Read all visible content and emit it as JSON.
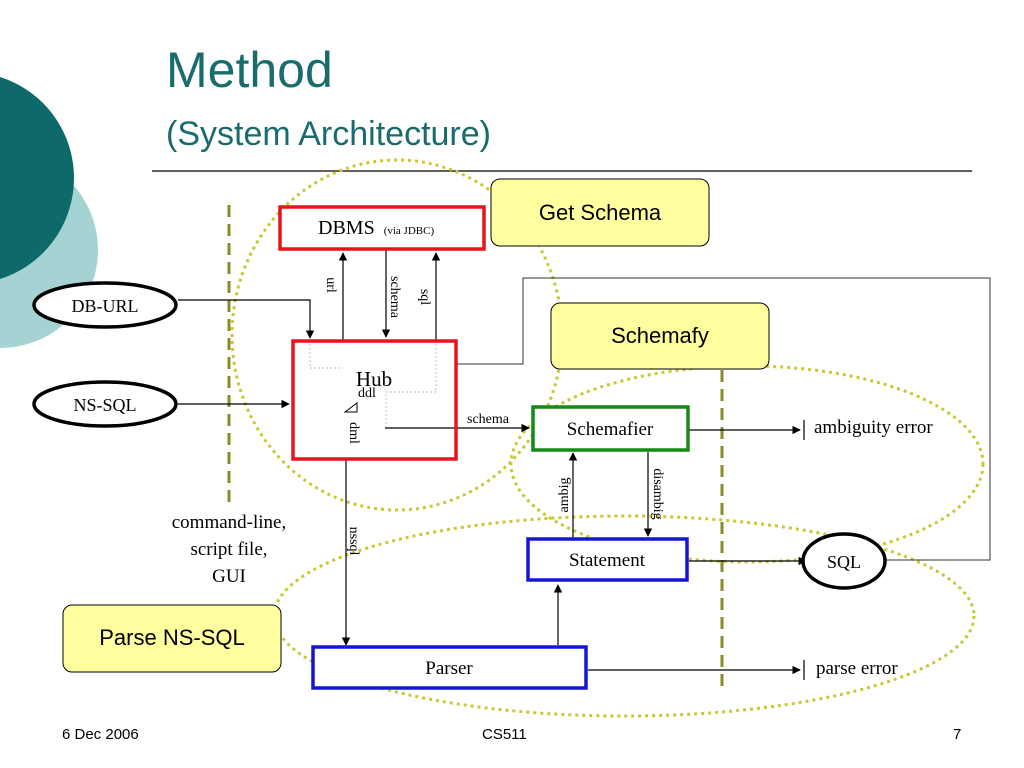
{
  "slide": {
    "title": "Method",
    "subtitle": "(System Architecture)",
    "footer_date": "6 Dec 2006",
    "footer_course": "CS511",
    "footer_page": "7"
  },
  "colors": {
    "teal_dark": "#0e6a6a",
    "teal_light": "#a5d3d3",
    "title_color": "#1a6b6b",
    "red_box": "#e8141c",
    "blue_box": "#1515d6",
    "green_box": "#138a13",
    "note_fill": "#ffffa0",
    "dotted_ellipse": "#c8c832",
    "dashed_line": "#8a8a2a"
  },
  "diagram": {
    "nodes": {
      "dbms": "DBMS",
      "dbms_note": "(via JDBC)",
      "hub": "Hub",
      "schemafier": "Schemafier",
      "statement": "Statement",
      "parser": "Parser",
      "db_url": "DB-URL",
      "ns_sql": "NS-SQL",
      "sql": "SQL"
    },
    "notes": {
      "get_schema": "Get Schema",
      "schemafy": "Schemafy",
      "parse_ns_sql": "Parse NS-SQL"
    },
    "edge_labels": {
      "url": "url",
      "schema_down": "schema",
      "sql_up": "sql",
      "ddl": "ddl",
      "dml": "dml",
      "schema_right": "schema",
      "ambig": "ambig",
      "disambig": "disambig",
      "nssql": "nssql"
    },
    "outputs": {
      "ambiguity_error": "ambiguity error",
      "parse_error": "parse error"
    },
    "input_sources": [
      "command-line,",
      "script file,",
      "GUI"
    ]
  }
}
